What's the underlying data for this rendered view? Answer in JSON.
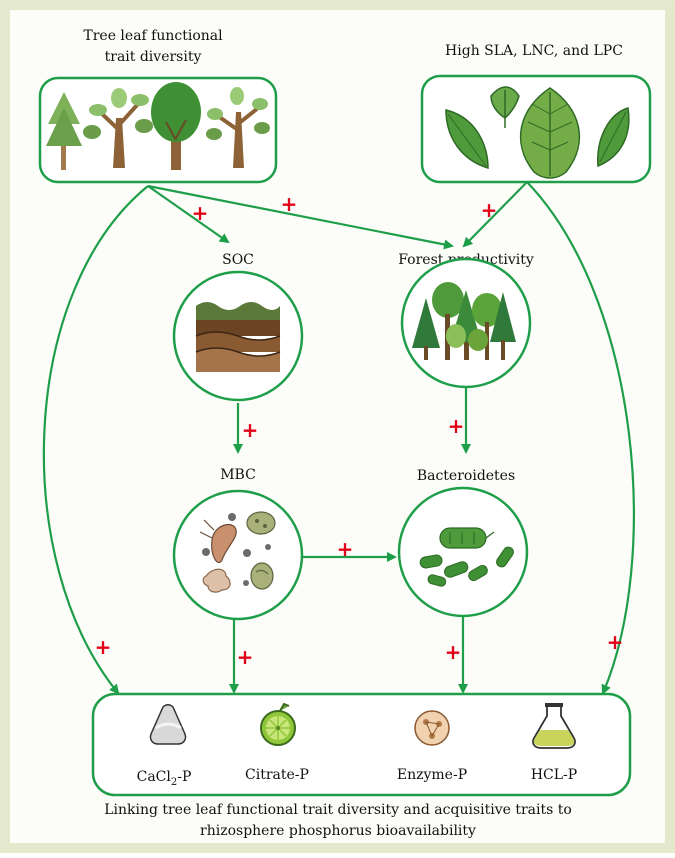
{
  "nodes": {
    "trait_diversity": {
      "label_line1": "Tree leaf functional",
      "label_line2": "trait diversity"
    },
    "acquisitive_traits": {
      "label": "High SLA, LNC, and LPC"
    },
    "soc": {
      "label": "SOC"
    },
    "forest_productivity": {
      "label": "Forest productivity"
    },
    "mbc": {
      "label": "MBC"
    },
    "bacteroidetes": {
      "label": "Bacteroidetes"
    }
  },
  "phosphorus": {
    "cacl2": {
      "label_main": "CaCl",
      "label_sub": "2",
      "label_tail": "-P"
    },
    "citrate": {
      "label": "Citrate-P"
    },
    "enzyme": {
      "label": "Enzyme-P"
    },
    "hcl": {
      "label": "HCL-P"
    }
  },
  "edge_sign": "+",
  "caption": {
    "line1": "Linking tree leaf functional trait diversity and acquisitive traits to",
    "line2": "rhizosphere phosphorus bioavailability"
  },
  "colors": {
    "border": "#e4e8cc",
    "node_green": "#1f9e4a",
    "arrow_green": "#1f9e4a",
    "plus_red": "#e3001b"
  }
}
